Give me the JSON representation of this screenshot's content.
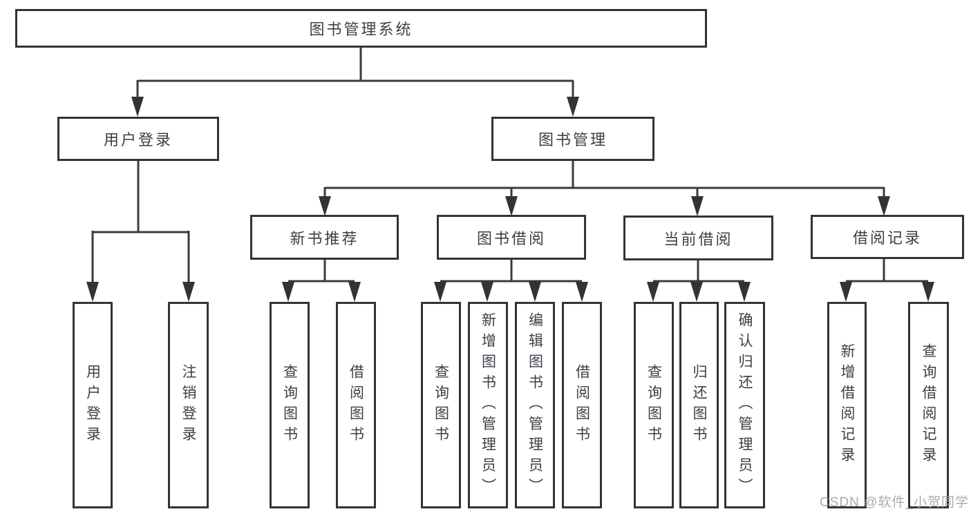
{
  "diagram": {
    "title": "图书管理系统",
    "root": "图书管理系统",
    "level2": {
      "login": "用户登录",
      "management": "图书管理"
    },
    "login_children": [
      "用户登录",
      "注销登录"
    ],
    "management_children": [
      "新书推荐",
      "图书借阅",
      "当前借阅",
      "借阅记录"
    ],
    "new_book_children": [
      "查询图书",
      "借阅图书"
    ],
    "borrow_children": [
      "查询图书",
      "新增图书（管理员）",
      "编辑图书（管理员）",
      "借阅图书"
    ],
    "current_children": [
      "查询图书",
      "归还图书",
      "确认归还（管理员）"
    ],
    "record_children": [
      "新增借阅记录",
      "查询借阅记录"
    ]
  },
  "watermark": "CSDN @软件_小贺同学",
  "colors": {
    "line": "#3b3b3b",
    "border": "#333333",
    "text": "#3a4046",
    "watermark": "#9b9b9b",
    "background": "#ffffff"
  }
}
